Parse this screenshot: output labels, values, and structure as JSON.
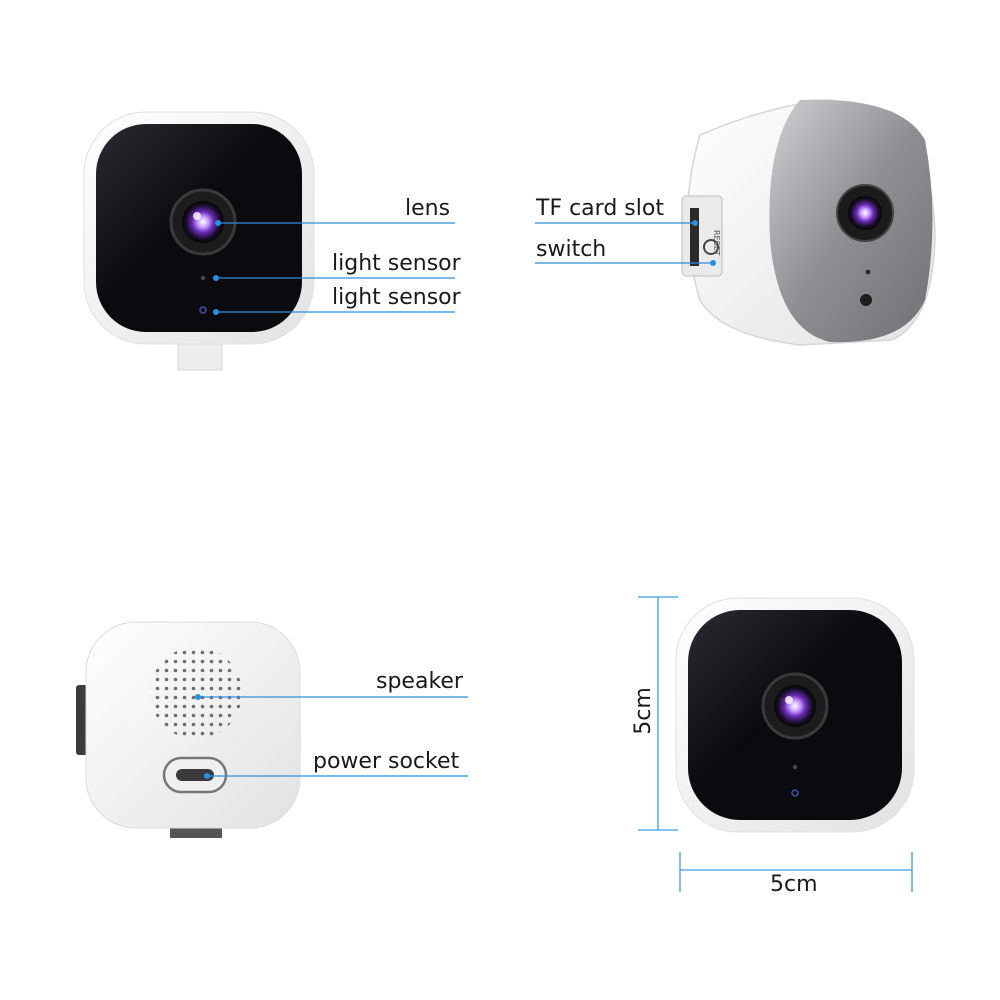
{
  "colors": {
    "callout_line": "#2a8fe0",
    "dimension_line": "#3a9ee8",
    "camera_face": "#0b0b0f",
    "camera_shell": "#f4f4f4"
  },
  "front_view": {
    "labels": {
      "lens": "lens",
      "light_sensor_1": "light sensor",
      "light_sensor_2": "light sensor"
    }
  },
  "side_view": {
    "labels": {
      "tf_card_slot": "TF card slot",
      "switch": "switch"
    }
  },
  "back_view": {
    "labels": {
      "speaker": "speaker",
      "power_socket": "power socket"
    }
  },
  "dimensions": {
    "height": "5cm",
    "width": "5cm"
  }
}
